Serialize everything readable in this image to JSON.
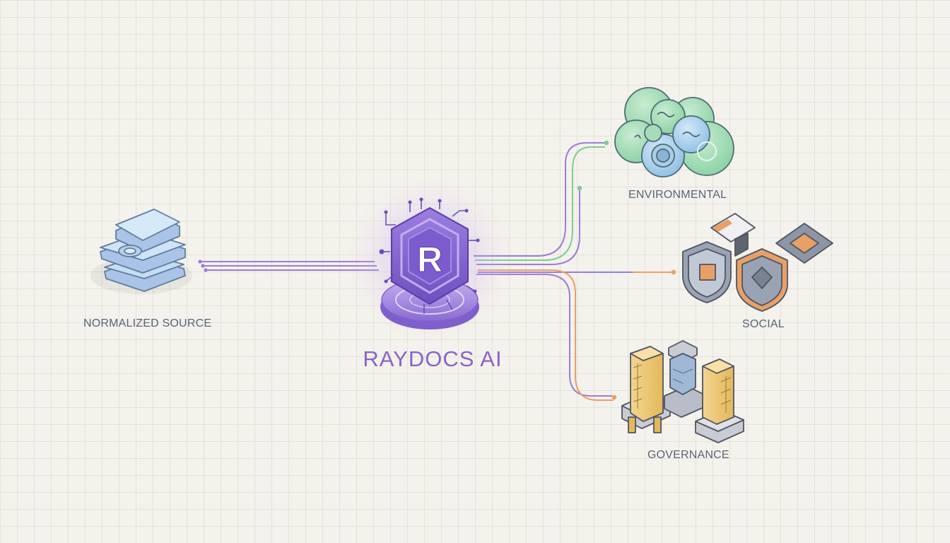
{
  "diagram": {
    "source": {
      "label": "NORMALIZED SOURCE",
      "icon": "database-stack-icon"
    },
    "hub": {
      "title": "RAYDOCS AI",
      "monogram": "R",
      "icon": "hexagon-chip-icon"
    },
    "outputs": [
      {
        "label": "ENVIRONMENTAL",
        "icon": "bubbles-icon",
        "color": "#7fcc94"
      },
      {
        "label": "SOCIAL",
        "icon": "shields-icon",
        "color": "#e9a066"
      },
      {
        "label": "GOVERNANCE",
        "icon": "buildings-icon",
        "color": "#e9a066"
      }
    ],
    "colors": {
      "hub": "#8a62c9",
      "connector": "#9b7dd6",
      "environmental": "#7fcc94",
      "social_governance": "#e9a066",
      "text": "#5b6378",
      "background": "#f4f2ec"
    }
  }
}
